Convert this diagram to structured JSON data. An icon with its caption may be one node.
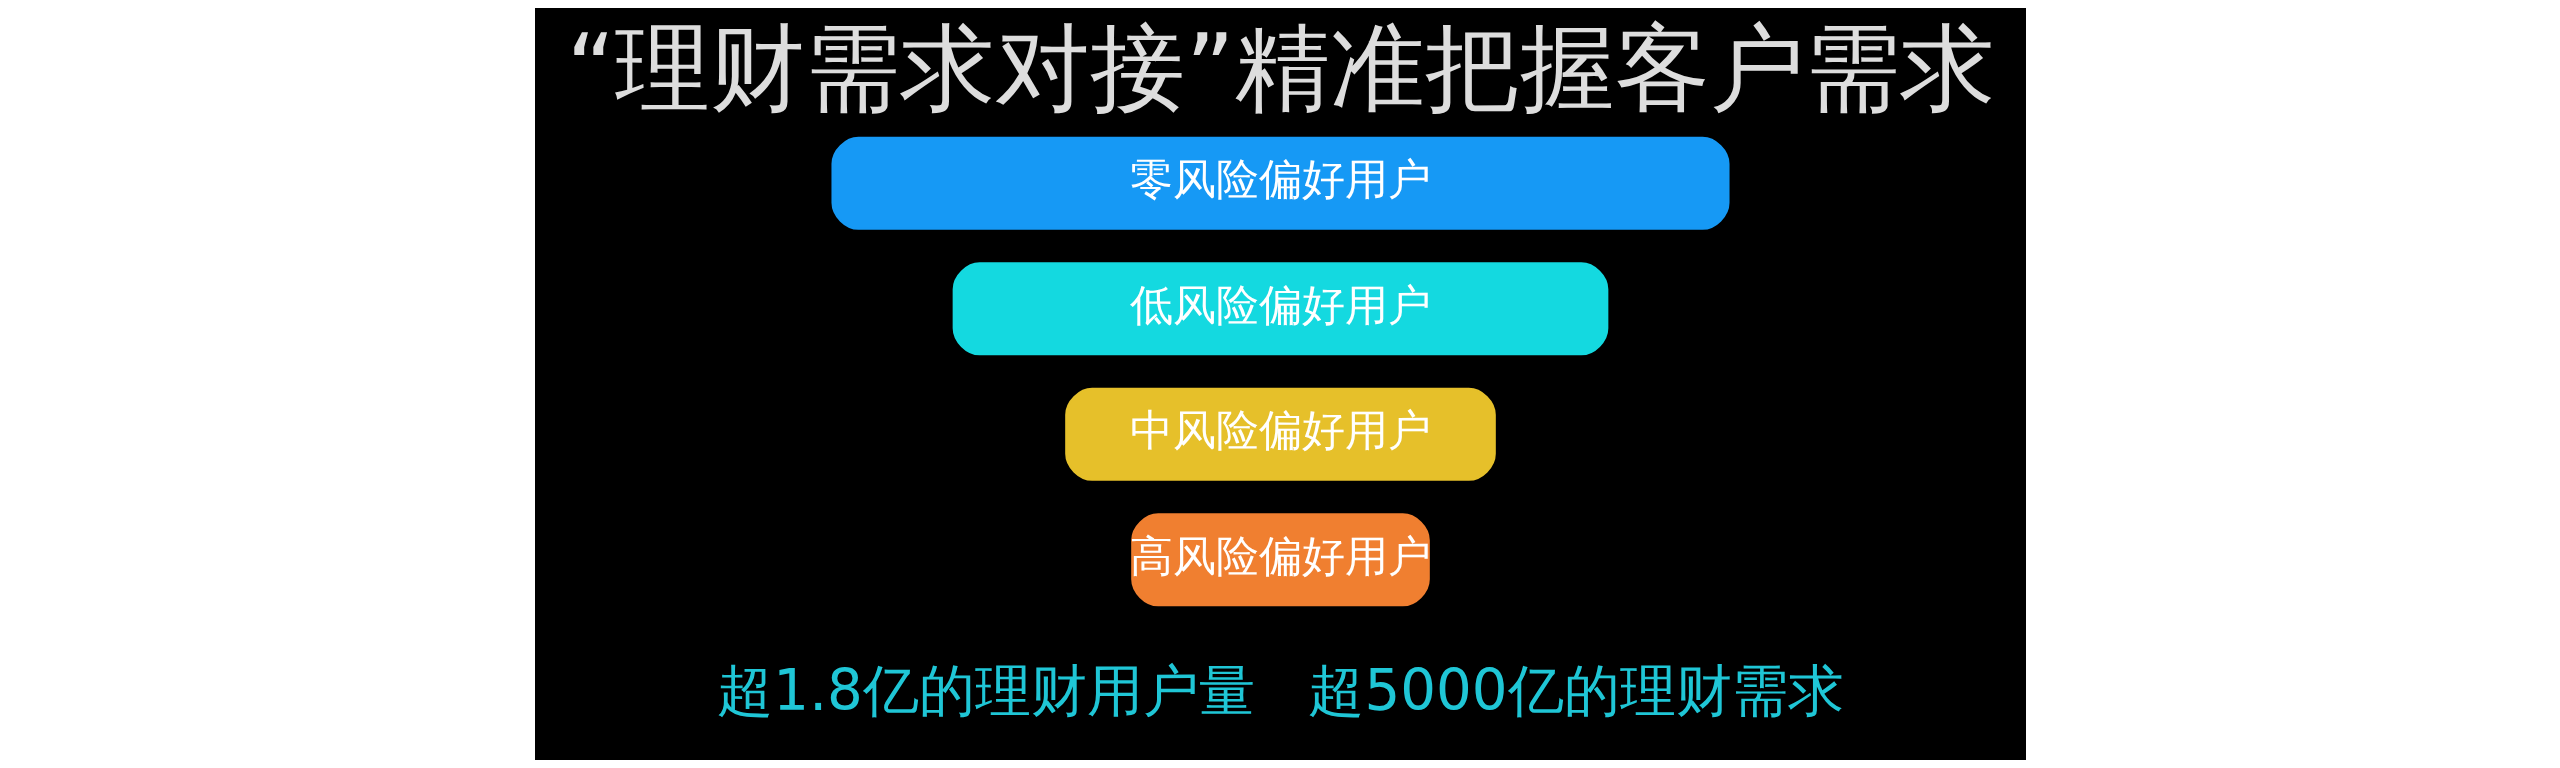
{
  "diagram": {
    "title": "“理财需求对接”精准把握客户需求",
    "nodes": [
      {
        "text": [
          "高风险偏好用户"
        ]
      },
      {
        "text": [
          "中风险偏好用户"
        ]
      },
      {
        "text": [
          "低风险偏好用户"
        ]
      },
      {
        "text": [
          "零风险偏好用户"
        ]
      }
    ],
    "labels": [
      "超1.8亿的理财用户量   超5000亿的理财需求"
    ]
  }
}
